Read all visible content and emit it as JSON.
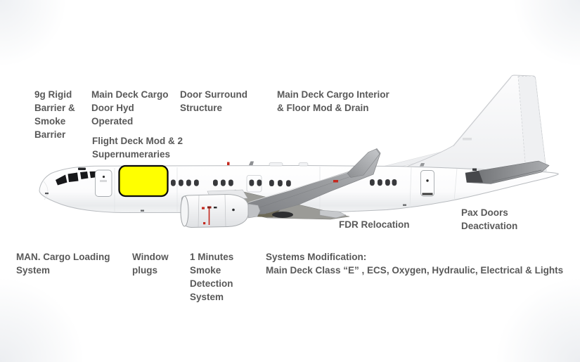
{
  "colors": {
    "label_text": "#595959",
    "highlight_fill": "#FFFF00",
    "highlight_border": "#0a0a0a",
    "marking_red": "#c4291f"
  },
  "illustration_alt": "Side profile line drawing of a single-aisle twin-winglet jet aircraft (737-style freighter conversion)",
  "labels": {
    "rigid_barrier": "9g Rigid\nBarrier &\nSmoke\nBarrier",
    "cargo_door": "Main Deck Cargo\nDoor Hyd\nOperated",
    "door_surround": "Door Surround\nStructure",
    "cargo_interior": "Main Deck Cargo Interior\n& Floor Mod & Drain",
    "flight_deck": "Flight Deck Mod & 2\nSupernumeraries",
    "fdr": "FDR Relocation",
    "pax_doors": "Pax Doors\nDeactivation",
    "man_cargo": "MAN. Cargo Loading\nSystem",
    "window_plugs": "Window\nplugs",
    "smoke_detection": "1 Minutes\nSmoke\nDetection\nSystem",
    "systems": "Systems Modification:\nMain Deck Class “E” , ECS, Oxygen, Hydraulic, Electrical & Lights"
  }
}
